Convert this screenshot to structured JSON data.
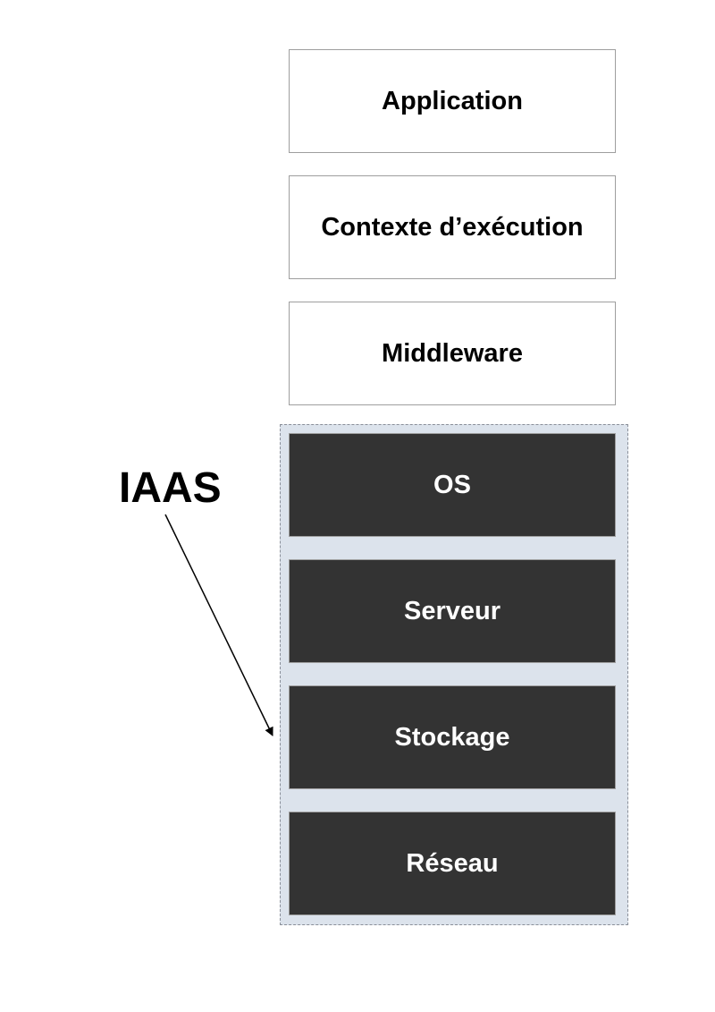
{
  "colors": {
    "dark_layer": "#333333",
    "dark_text": "#ffffff",
    "iaas_group_fill": "#dce3ec"
  },
  "layers": {
    "application": "Application",
    "runtime": "Contexte d’exécution",
    "middleware": "Middleware",
    "os": "OS",
    "server": "Serveur",
    "storage": "Stockage",
    "network": "Réseau"
  },
  "iaas": {
    "label": "IAAS"
  }
}
